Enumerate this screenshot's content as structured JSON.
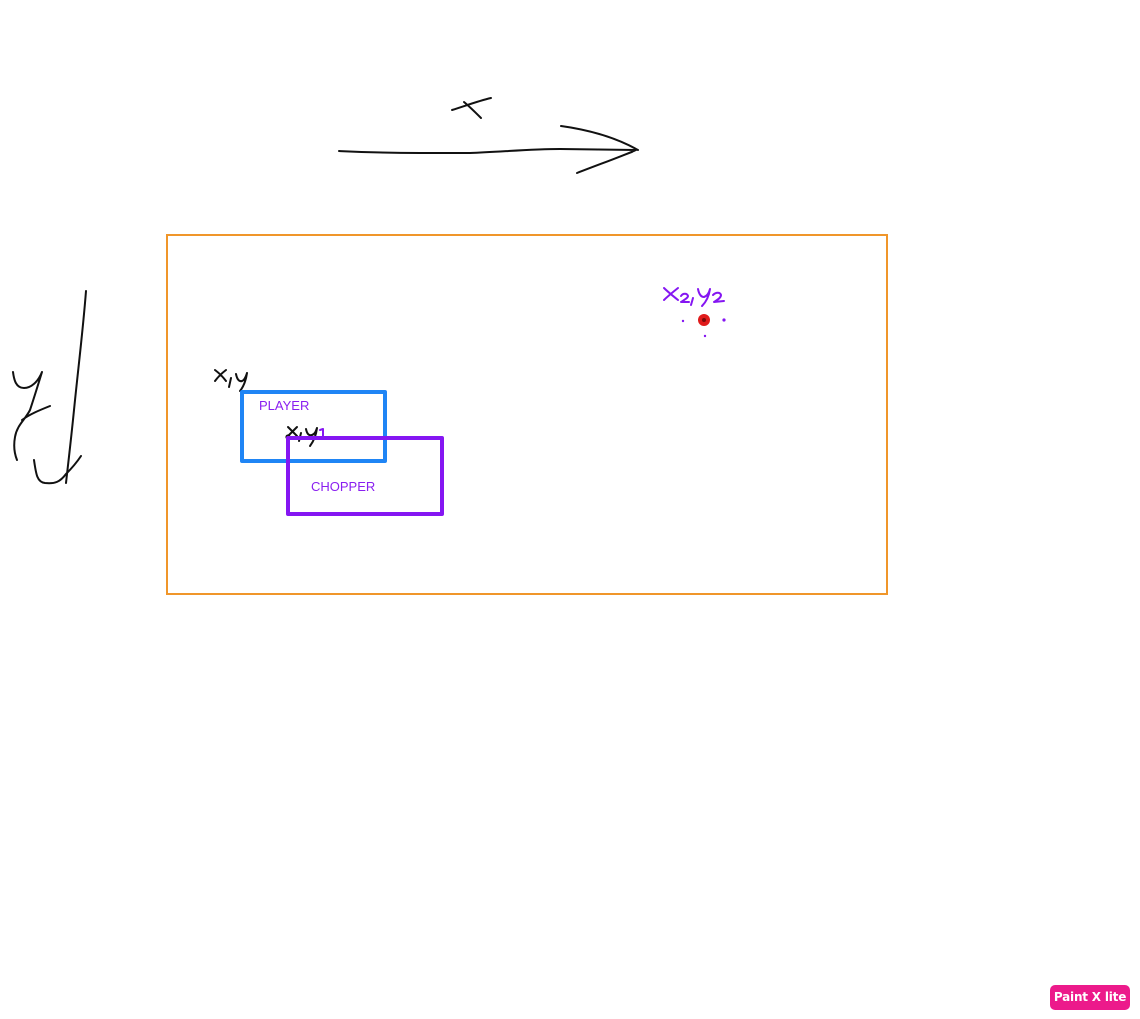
{
  "diagram": {
    "boxes": {
      "player_label": "PLAYER",
      "chopper_label": "CHOPPER"
    },
    "handwritten_labels": {
      "x_axis": "x",
      "y_axis": "y",
      "player_corner": "x,y",
      "chopper_corner": "x,y1",
      "target_point": "x2,y2"
    },
    "colors": {
      "game_area_border": "#f0962a",
      "player_border": "#1f85f5",
      "chopper_border": "#8516f2",
      "label_text": "#8a1ff0",
      "target_dot": "#e01b1b",
      "ink": "#111111"
    }
  },
  "watermark": {
    "text": "Paint X lite"
  }
}
